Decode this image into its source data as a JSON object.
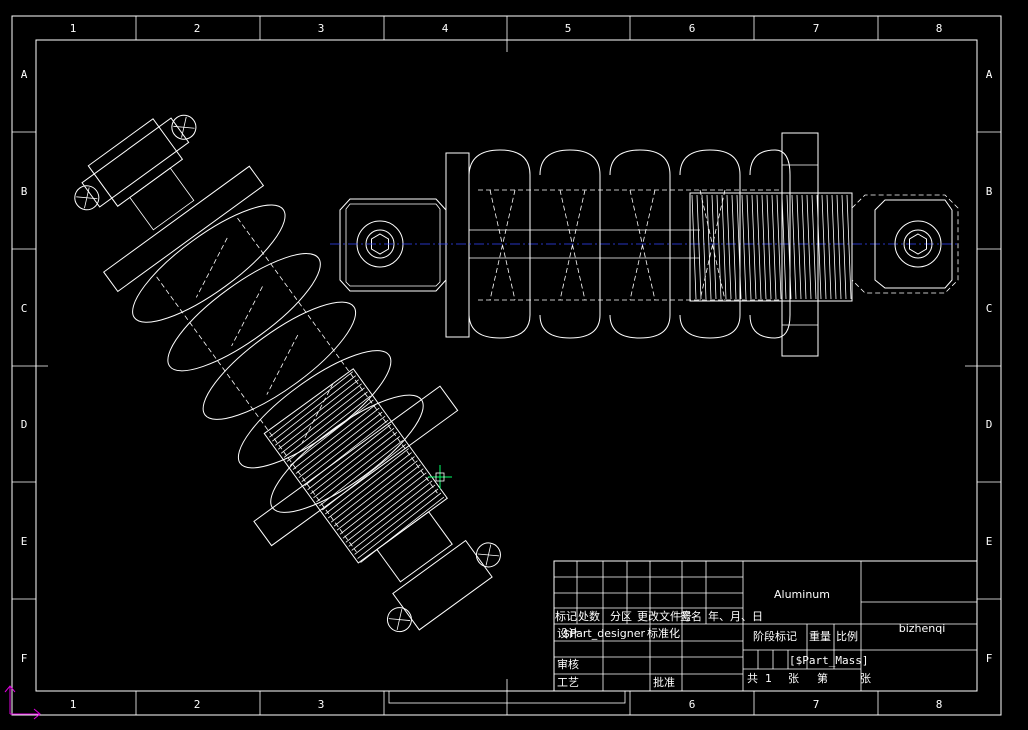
{
  "border": {
    "columns": [
      "1",
      "2",
      "3",
      "4",
      "5",
      "6",
      "7",
      "8"
    ],
    "rows": [
      "A",
      "B",
      "C",
      "D",
      "E",
      "F"
    ]
  },
  "title_block": {
    "material": "Aluminum",
    "company": "bizhenqi",
    "mark_row": [
      "标记",
      "处数",
      "分区",
      "更改文件号",
      "签名",
      "年、月、日"
    ],
    "designer_label": "设计",
    "designer_value": "$Part_designer",
    "standardization": "标准化",
    "stage_mark": "阶段标记",
    "weight": "重量",
    "scale": "比例",
    "mass_value": "[$Part_Mass]",
    "review": "审核",
    "process": "工艺",
    "approve": "批准",
    "total_label": "共",
    "total_value": "1",
    "sheet_unit": "张",
    "sheet_label": "第",
    "sheet_unit2": "张"
  },
  "colors": {
    "background": "#000000",
    "lines": "#ffffff",
    "centerline": "#3344ff",
    "ucs": "#dd00dd",
    "cursor": "#00ff66"
  }
}
